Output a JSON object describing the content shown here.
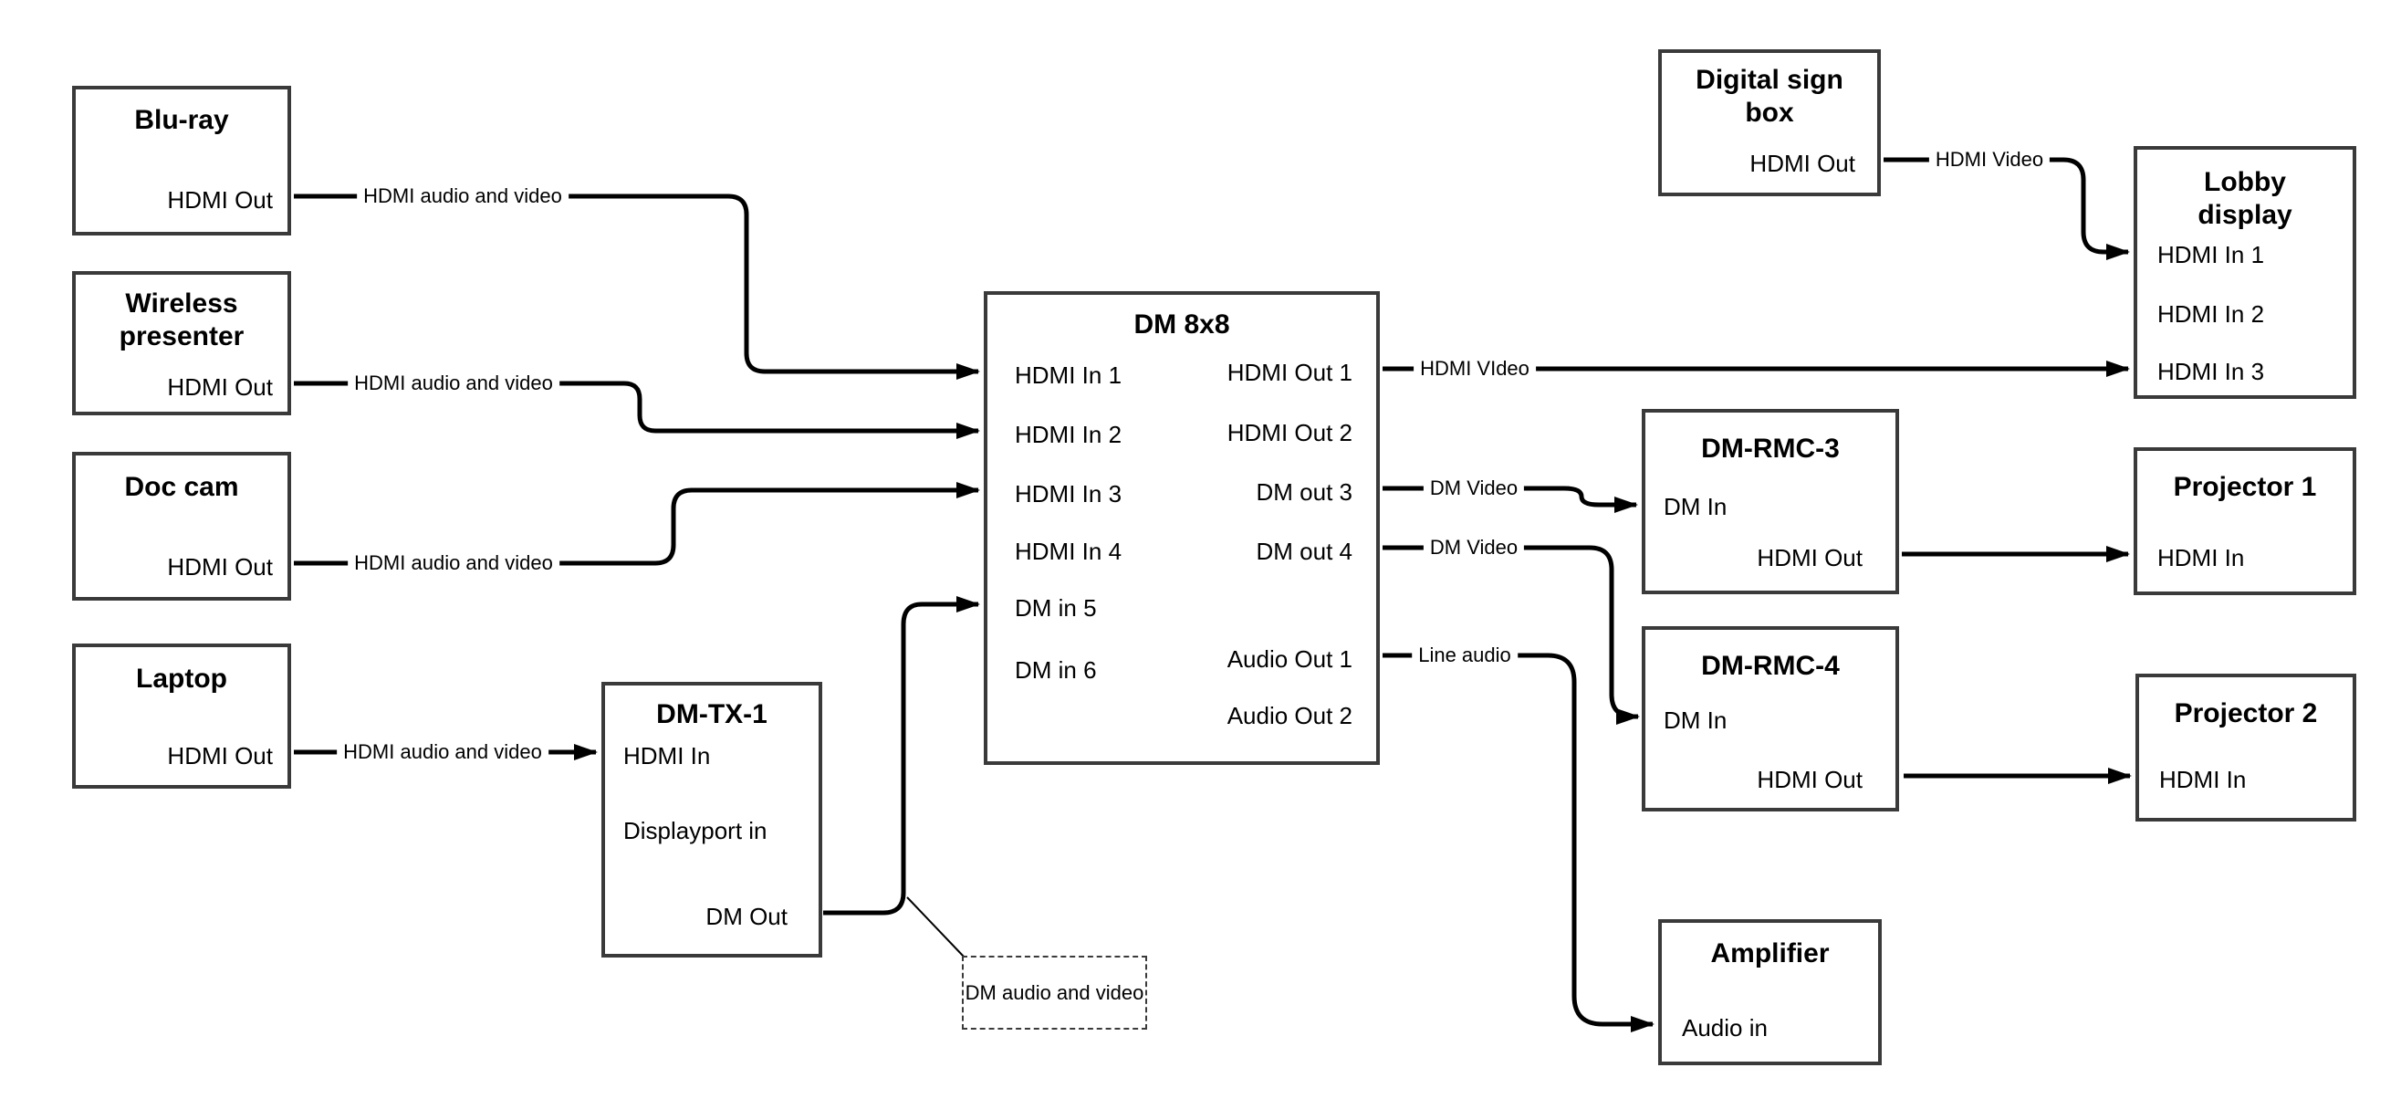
{
  "nodes": {
    "bluray": {
      "title": "Blu-ray",
      "ports": {
        "out": "HDMI Out"
      }
    },
    "wireless": {
      "title": "Wireless presenter",
      "ports": {
        "out": "HDMI Out"
      }
    },
    "doccam": {
      "title": "Doc cam",
      "ports": {
        "out": "HDMI Out"
      }
    },
    "laptop": {
      "title": "Laptop",
      "ports": {
        "out": "HDMI Out"
      }
    },
    "dmtx1": {
      "title": "DM-TX-1",
      "ports": {
        "hdmi_in": "HDMI In",
        "dp_in": "Displayport in",
        "dm_out": "DM Out"
      }
    },
    "dm8x8": {
      "title": "DM 8x8",
      "ports": {
        "in1": "HDMI In 1",
        "in2": "HDMI In 2",
        "in3": "HDMI In 3",
        "in4": "HDMI In 4",
        "in5": "DM in 5",
        "in6": "DM in 6",
        "out1": "HDMI Out 1",
        "out2": "HDMI Out 2",
        "out3": "DM out 3",
        "out4": "DM out 4",
        "audio1": "Audio Out 1",
        "audio2": "Audio Out 2"
      }
    },
    "digitalsign": {
      "title": "Digital sign box",
      "ports": {
        "out": "HDMI Out"
      }
    },
    "lobby": {
      "title": "Lobby display",
      "ports": {
        "in1": "HDMI In 1",
        "in2": "HDMI In 2",
        "in3": "HDMI In 3"
      }
    },
    "rmc3": {
      "title": "DM-RMC-3",
      "ports": {
        "in": "DM In",
        "out": "HDMI Out"
      }
    },
    "proj1": {
      "title": "Projector 1",
      "ports": {
        "in": "HDMI In"
      }
    },
    "rmc4": {
      "title": "DM-RMC-4",
      "ports": {
        "in": "DM In",
        "out": "HDMI Out"
      }
    },
    "proj2": {
      "title": "Projector 2",
      "ports": {
        "in": "HDMI In"
      }
    },
    "amp": {
      "title": "Amplifier",
      "ports": {
        "in": "Audio in"
      }
    }
  },
  "edge_labels": {
    "bluray_to_dm8x8": "HDMI audio and video",
    "wireless_to_dm8x8": "HDMI audio and video",
    "doccam_to_dm8x8": "HDMI audio and video",
    "laptop_to_dmtx1": "HDMI audio and video",
    "out1_to_lobby": "HDMI VIdeo",
    "digitalsign_to_lobby": "HDMI Video",
    "out3_to_rmc3": "DM Video",
    "out4_to_rmc4": "DM Video",
    "audio1_to_amp": "Line audio"
  },
  "annotation": {
    "text": "DM audio and video"
  },
  "colors": {
    "line": "#000000",
    "box_border": "#3a3a3a",
    "text": "#000000",
    "background": "#ffffff"
  }
}
